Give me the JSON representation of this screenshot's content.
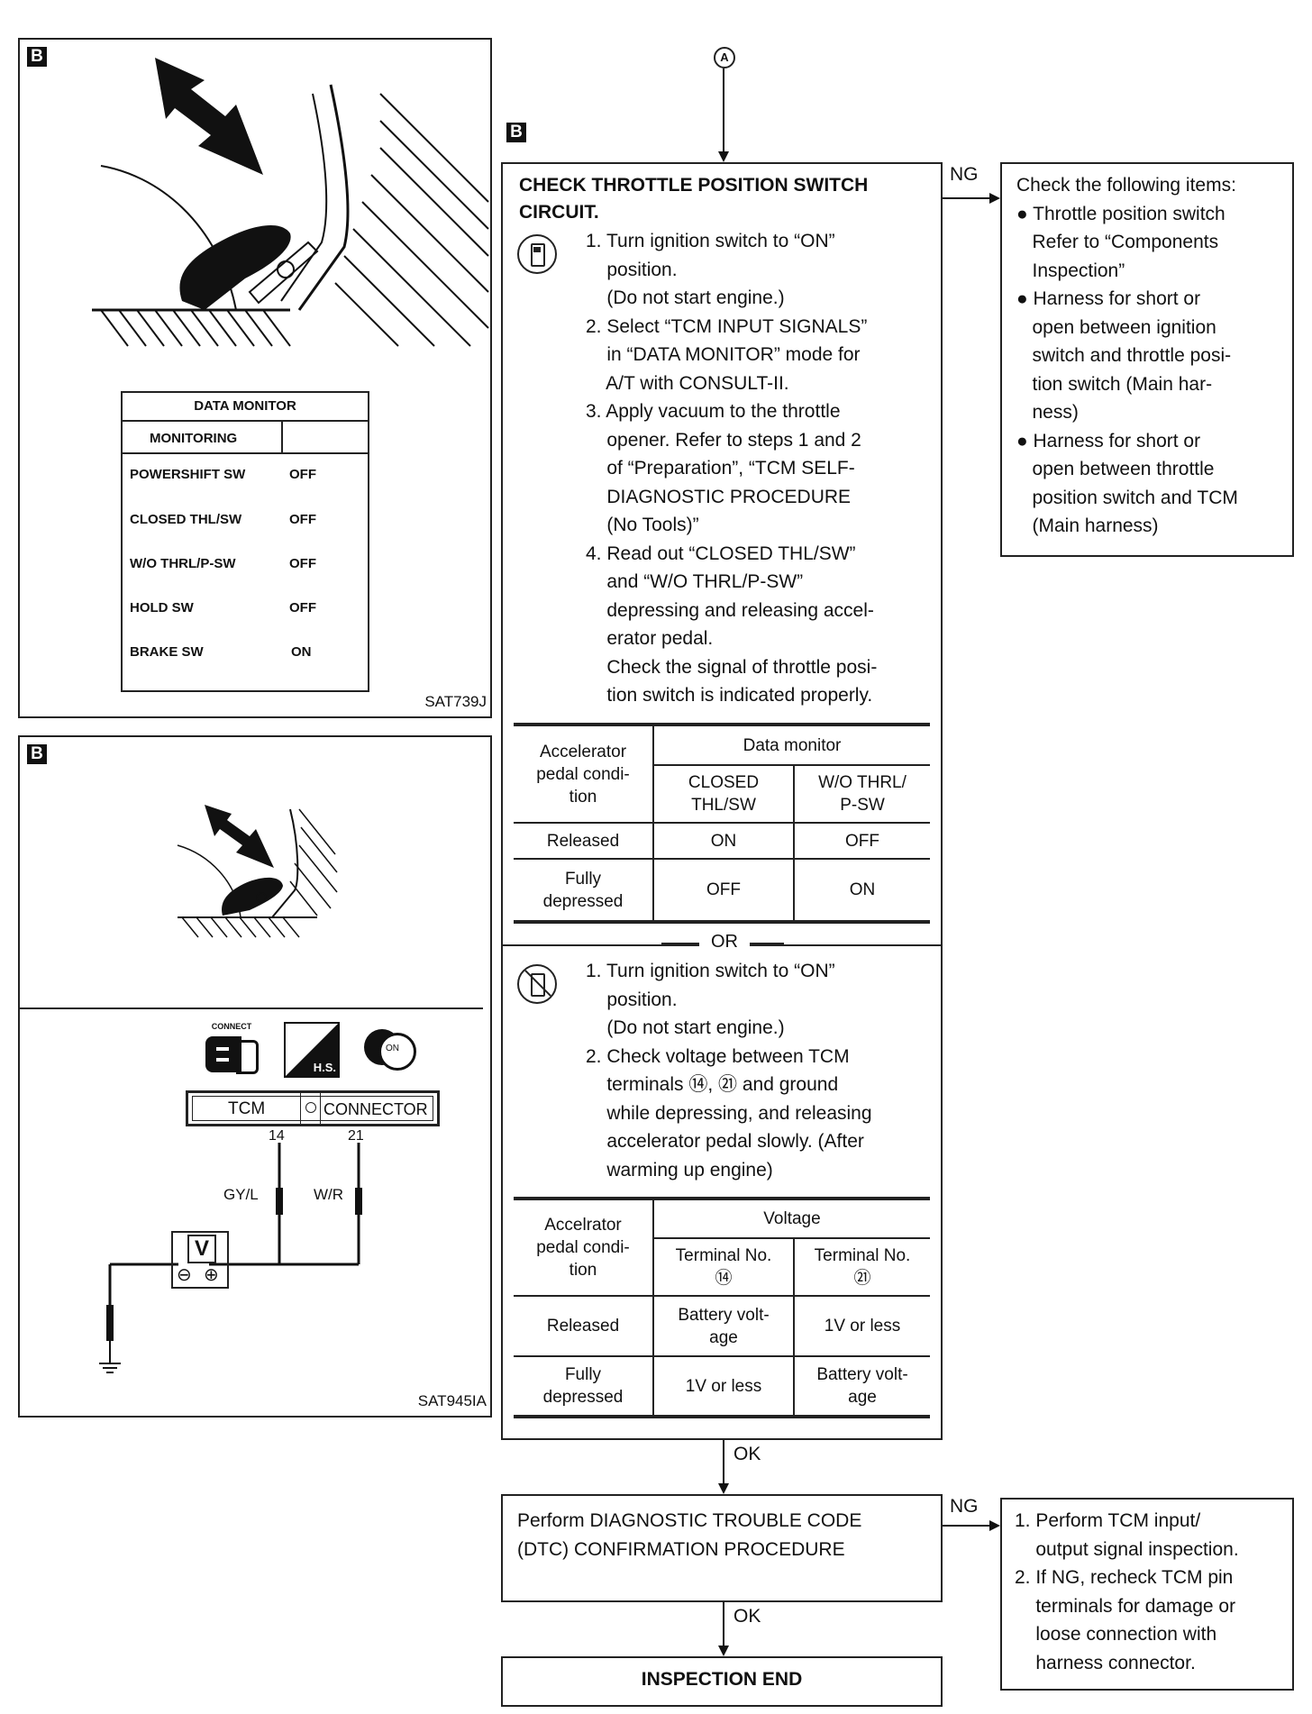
{
  "connector_a": "A",
  "panel_tag": "B",
  "top_panel": {
    "code": "SAT739J",
    "data_monitor": {
      "title": "DATA MONITOR",
      "header": "MONITORING",
      "rows": [
        {
          "label": "POWERSHIFT SW",
          "value": "OFF"
        },
        {
          "label": "CLOSED THL/SW",
          "value": "OFF"
        },
        {
          "label": "W/O THRL/P-SW",
          "value": "OFF"
        },
        {
          "label": "HOLD SW",
          "value": "OFF"
        },
        {
          "label": "BRAKE SW",
          "value": "ON"
        }
      ]
    }
  },
  "bottom_panel": {
    "code": "SAT945IA",
    "connect_label": "CONNECT",
    "hs_label": "H.S.",
    "on_label": "ON",
    "tcm_label": "TCM",
    "connector_label": "CONNECTOR",
    "pin1": "14",
    "pin2": "21",
    "wire1": "GY/L",
    "wire2": "W/R",
    "meter": "V",
    "minus": "⊖",
    "plus": "⊕"
  },
  "main_box": {
    "title1": "CHECK THROTTLE POSITION SWITCH",
    "title2": "CIRCUIT.",
    "steps_a": [
      "1. Turn ignition switch to “ON”",
      "    position.",
      "    (Do not start engine.)",
      "2. Select “TCM INPUT SIGNALS”",
      "    in “DATA MONITOR” mode for",
      "    A/T with CONSULT-II.",
      "3. Apply vacuum to the throttle",
      "    opener. Refer to steps 1 and 2",
      "    of “Preparation”, “TCM SELF-",
      "    DIAGNOSTIC PROCEDURE",
      "    (No Tools)”",
      "4. Read out “CLOSED THL/SW”",
      "    and “W/O THRL/P-SW”",
      "    depressing and releasing accel-",
      "    erator pedal.",
      "    Check the signal of throttle posi-",
      "    tion switch is indicated properly."
    ],
    "table1": {
      "col0": [
        "Accelerator",
        "pedal condi-",
        "tion"
      ],
      "group": "Data monitor",
      "col1": [
        "CLOSED",
        "THL/SW"
      ],
      "col2": [
        "W/O THRL/",
        "P-SW"
      ],
      "rows": [
        {
          "cond": [
            "Released"
          ],
          "a": "ON",
          "b": "OFF"
        },
        {
          "cond": [
            "Fully",
            "depressed"
          ],
          "a": "OFF",
          "b": "ON"
        }
      ]
    },
    "or": "OR",
    "steps_b": [
      "1. Turn ignition switch to “ON”",
      "    position.",
      "    (Do not start engine.)",
      "2. Check voltage between TCM",
      "    terminals ⑭, ㉑ and ground",
      "    while depressing, and releasing",
      "    accelerator pedal slowly. (After",
      "    warming up engine)"
    ],
    "table2": {
      "col0": [
        "Accelrator",
        "pedal condi-",
        "tion"
      ],
      "group": "Voltage",
      "col1": [
        "Terminal No.",
        "⑭"
      ],
      "col2": [
        "Terminal No.",
        "㉑"
      ],
      "rows": [
        {
          "cond": [
            "Released"
          ],
          "a": [
            "Battery volt-",
            "age"
          ],
          "b": [
            "1V or less"
          ]
        },
        {
          "cond": [
            "Fully",
            "depressed"
          ],
          "a": [
            "1V or less"
          ],
          "b": [
            "Battery volt-",
            "age"
          ]
        }
      ]
    }
  },
  "ng_box1": {
    "ng": "NG",
    "lines": [
      "Check the following items:",
      "● Throttle position switch",
      "   Refer to “Components",
      "   Inspection”",
      "● Harness for short or",
      "   open between ignition",
      "   switch and throttle posi-",
      "   tion switch (Main har-",
      "   ness)",
      "● Harness for short or",
      "   open between throttle",
      "   position switch and TCM",
      "   (Main harness)"
    ]
  },
  "ok1": "OK",
  "dtc_box": {
    "lines": [
      "Perform DIAGNOSTIC TROUBLE CODE",
      "(DTC) CONFIRMATION PROCEDURE"
    ],
    "ng": "NG"
  },
  "ng_box2": {
    "lines": [
      "1. Perform TCM input/",
      "    output signal inspection.",
      "2. If NG, recheck TCM pin",
      "    terminals for damage or",
      "    loose connection with",
      "    harness connector."
    ]
  },
  "ok2": "OK",
  "end_box": "INSPECTION END"
}
